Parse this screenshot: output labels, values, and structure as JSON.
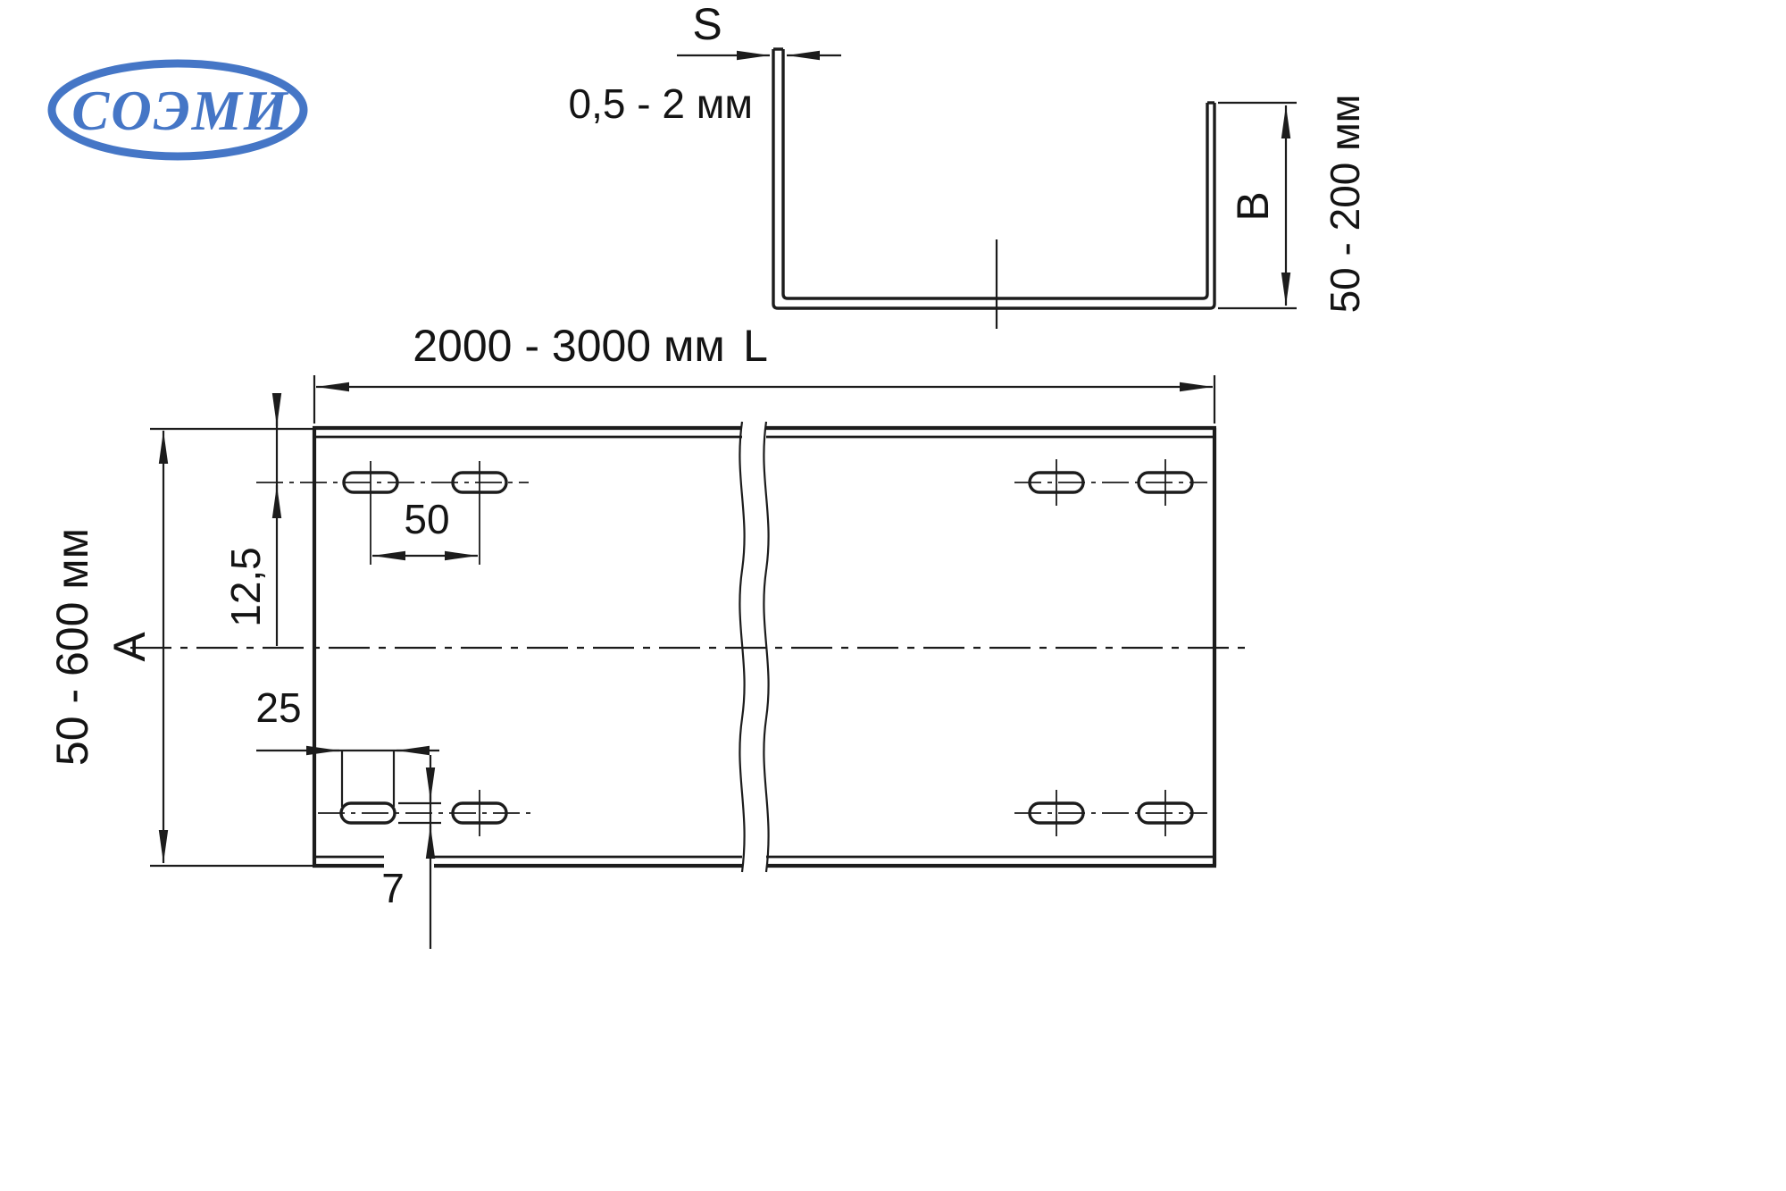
{
  "colors": {
    "logo_blue": "#4576c6",
    "line": "#1c1c1c"
  },
  "logo": {
    "text": "СОЭМИ"
  },
  "profile_view": {
    "thickness_symbol": "S",
    "thickness_range": "0,5 - 2 мм",
    "height_symbol": "B",
    "height_range": "50 - 200 мм"
  },
  "plan_view": {
    "length_range": "2000 - 3000 мм",
    "length_symbol": "L",
    "width_range": "50 - 600 мм",
    "width_symbol": "A",
    "slot_spacing": "50",
    "slot_row_offset": "12,5",
    "slot_length": "25",
    "slot_width": "7"
  }
}
